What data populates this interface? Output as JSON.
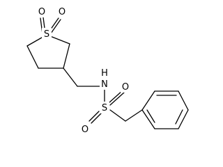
{
  "molecule": {
    "atoms": {
      "ring_sulfur": "S",
      "ring_oxygen_left": "O",
      "ring_oxygen_right": "O",
      "nitrogen": "N",
      "hydrogen": "H",
      "sulfonyl_sulfur": "S",
      "sulfonyl_oxygen_top": "O",
      "sulfonyl_oxygen_bottom": "O"
    }
  }
}
